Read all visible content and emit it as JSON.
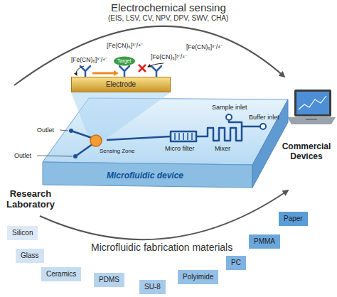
{
  "diagram": {
    "nodes": [
      {
        "text": [
          "Electrode"
        ]
      },
      {
        "text": [
          "Microfluidic device"
        ]
      },
      {
        "text": [
          "Silicon"
        ]
      },
      {
        "text": [
          "Glass"
        ]
      },
      {
        "text": [
          "Ceramics"
        ]
      },
      {
        "text": [
          "PDMS"
        ]
      },
      {
        "text": [
          "SU-8"
        ]
      },
      {
        "text": [
          "Polyimide"
        ]
      },
      {
        "text": [
          "PC"
        ]
      },
      {
        "text": [
          "PMMA"
        ]
      },
      {
        "text": [
          "Paper"
        ]
      }
    ],
    "labels": [
      "Electrochemical sensing",
      "(EIS, LSV, CV, NPV, DPV, SWV, CHA)",
      "[Fe(CN)₆]³⁻/⁴⁻",
      "[Fe(CN)₆]³⁻/⁴⁻",
      "[Fe(CN)₆]³⁻/⁴⁻",
      "[Fe(CN)₆]³⁻/⁴⁻",
      "Target",
      "Sample inlet",
      "Buffer inlet",
      "Mixer",
      "Micro filter",
      "Sensing Zone",
      "Outlet",
      "Outlet",
      "Research Laboratory",
      "Commercial Devices",
      "Microfluidic fabrication materials"
    ]
  }
}
